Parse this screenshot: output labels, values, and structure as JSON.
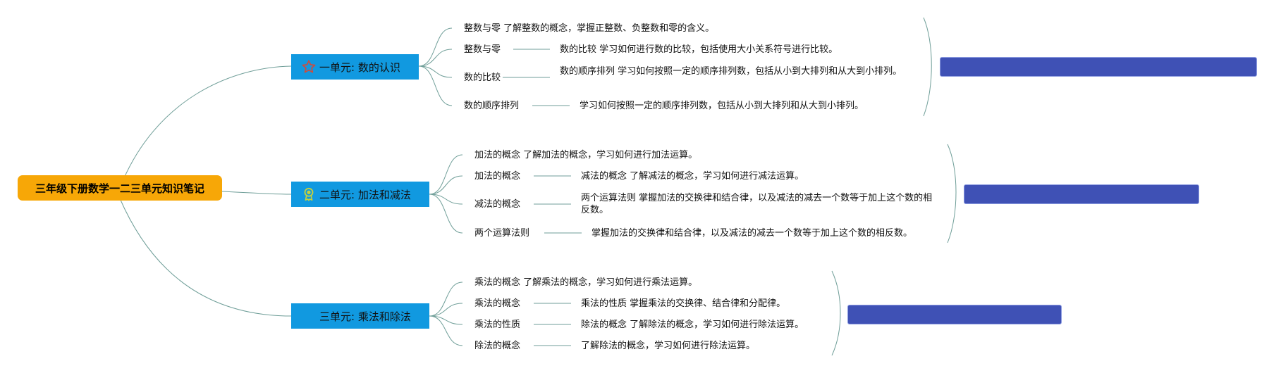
{
  "root": {
    "title": "三年级下册数学一二三单元知识笔记"
  },
  "units": [
    {
      "title": "一单元: 数的认识",
      "icon": "star-icon",
      "summary": "",
      "intro": "整数与零 了解整数的概念，掌握正整数、负整数和零的含义。",
      "rows": [
        {
          "label": "整数与零",
          "desc": "数的比较 学习如何进行数的比较，包括使用大小关系符号进行比较。"
        },
        {
          "label": "数的比较",
          "desc": "数的顺序排列 学习如何按照一定的顺序排列数，包括从小到大排列和从大到小排列。"
        },
        {
          "label": "数的顺序排列",
          "desc": "学习如何按照一定的顺序排列数，包括从小到大排列和从大到小排列。"
        }
      ]
    },
    {
      "title": "二单元: 加法和减法",
      "icon": "award-ribbon-icon",
      "summary": "",
      "intro": "加法的概念 了解加法的概念，学习如何进行加法运算。",
      "rows": [
        {
          "label": "加法的概念",
          "desc": "减法的概念 了解减法的概念，学习如何进行减法运算。"
        },
        {
          "label": "减法的概念",
          "desc": "两个运算法则 掌握加法的交换律和结合律，以及减法的减去一个数等于加上这个数的相反数。"
        },
        {
          "label": "两个运算法则",
          "desc": "掌握加法的交换律和结合律，以及减法的减去一个数等于加上这个数的相反数。"
        }
      ]
    },
    {
      "title": "三单元: 乘法和除法",
      "icon": "",
      "summary": "",
      "intro": "乘法的概念 了解乘法的概念，学习如何进行乘法运算。",
      "rows": [
        {
          "label": "乘法的概念",
          "desc": "乘法的性质 掌握乘法的交换律、结合律和分配律。"
        },
        {
          "label": "乘法的性质",
          "desc": "除法的概念 了解除法的概念，学习如何进行除法运算。"
        },
        {
          "label": "除法的概念",
          "desc": "了解除法的概念，学习如何进行除法运算。"
        }
      ]
    }
  ],
  "colors": {
    "root": "#f7a707",
    "unit": "#1199e0",
    "summary": "#3f51b5",
    "connector": "#6f9e98"
  }
}
